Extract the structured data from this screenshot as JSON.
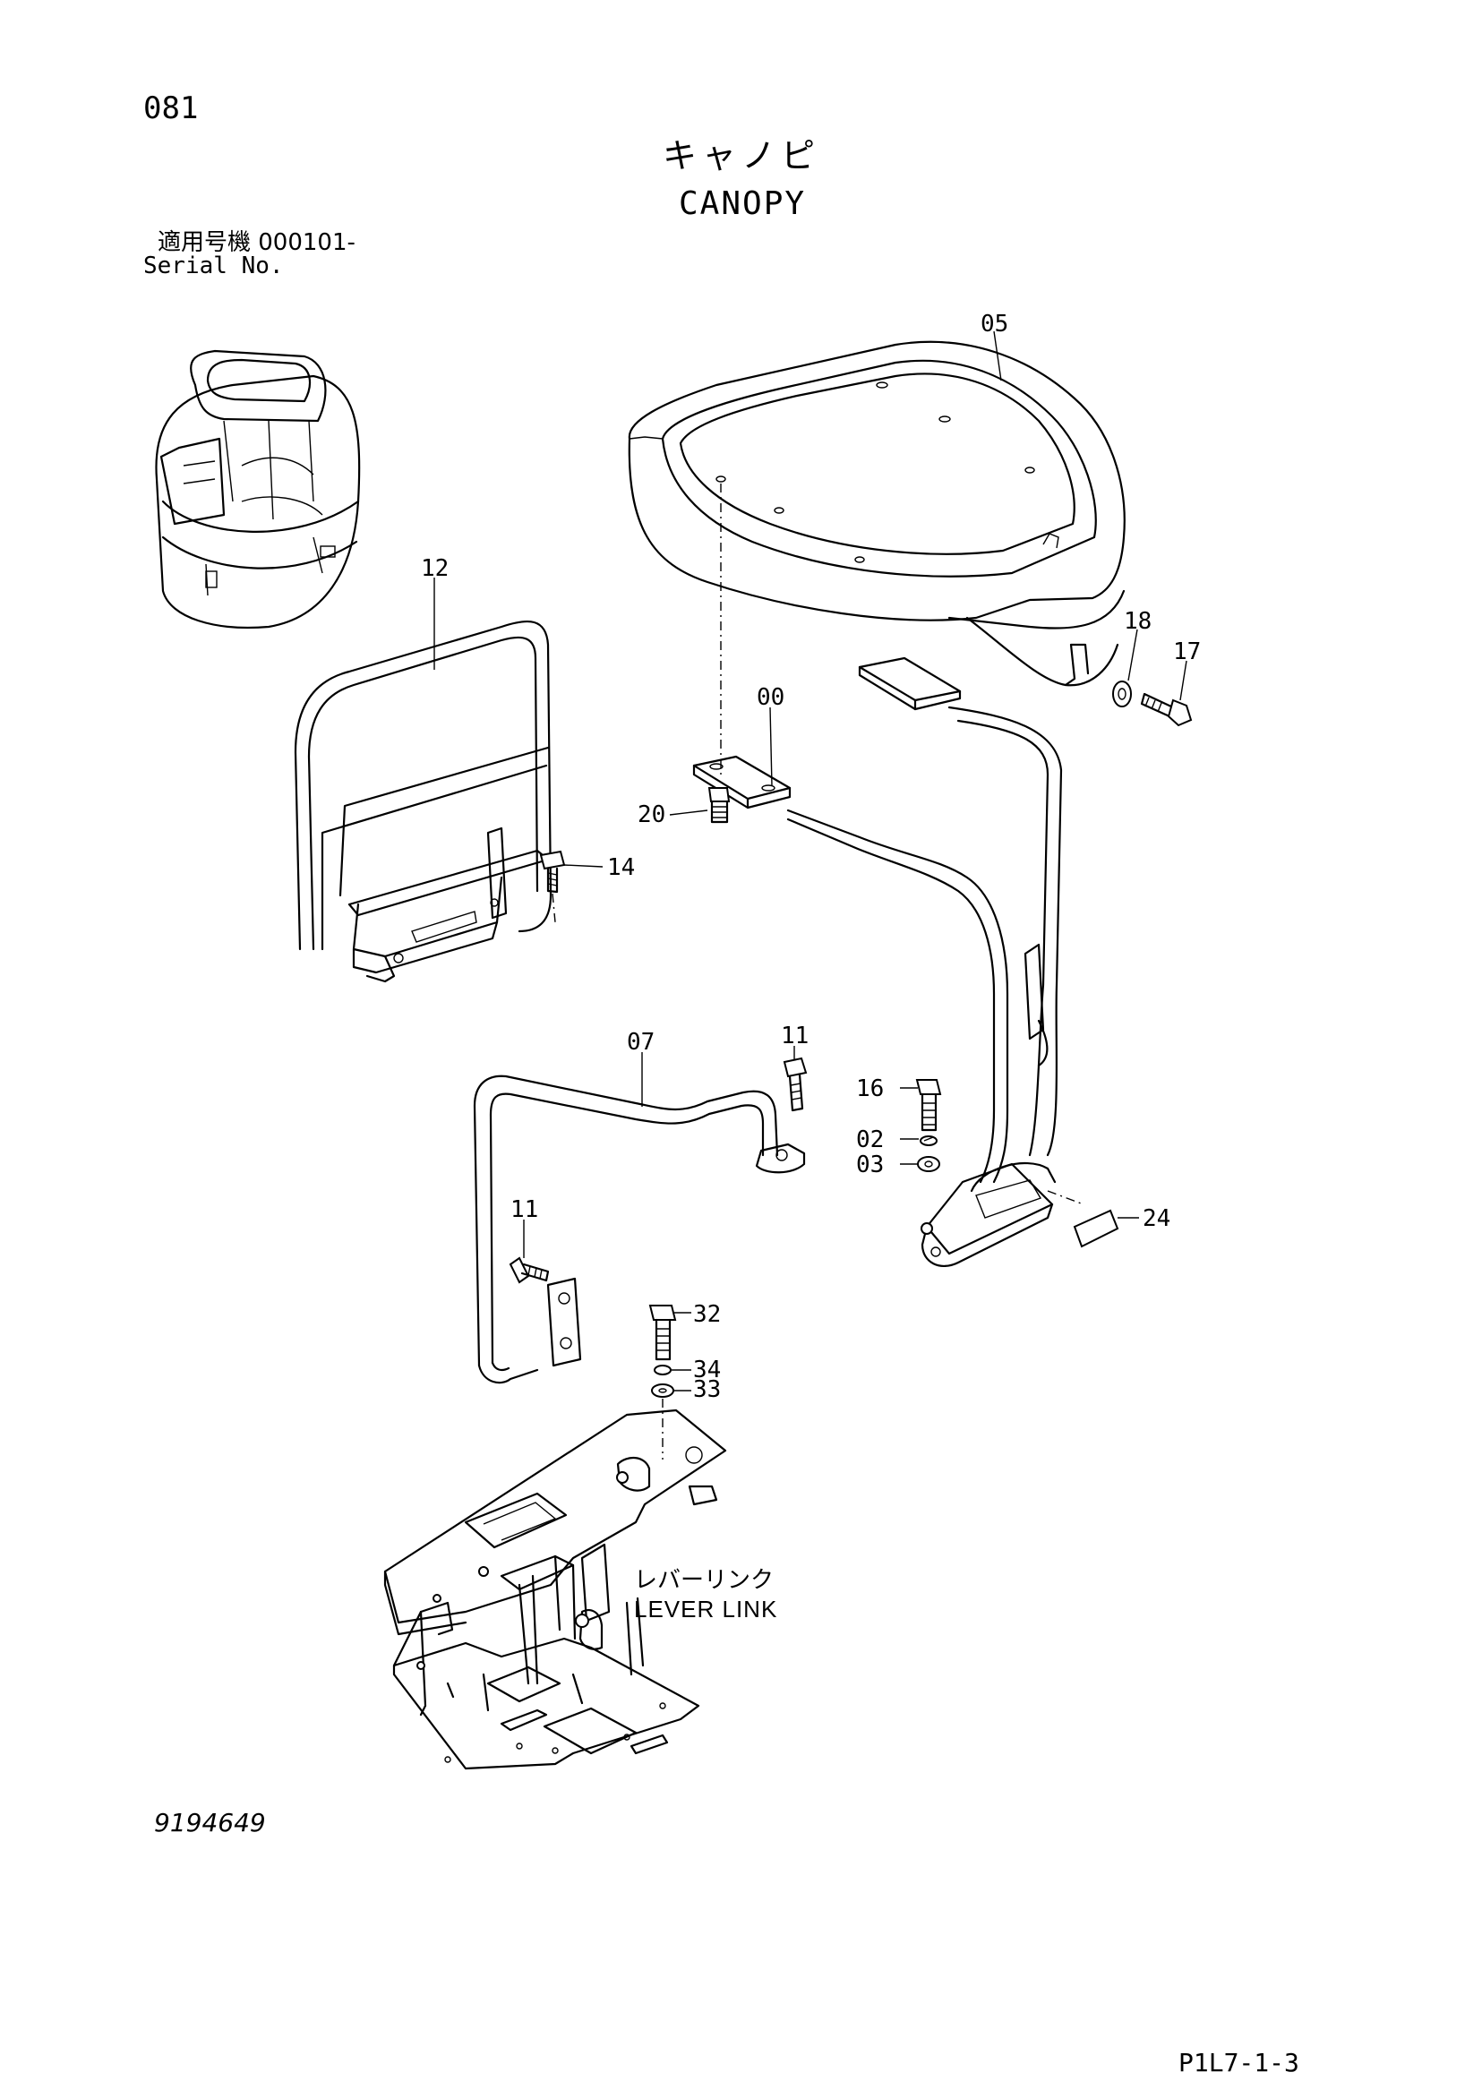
{
  "header": {
    "page_number": "081",
    "title_ja": "キャノピ",
    "title_en": "CANOPY",
    "serial_label_ja": "適用号機  000101-",
    "serial_label_en": "Serial No."
  },
  "footer": {
    "drawing_number": "9194649",
    "page_code": "P1L7-1-3"
  },
  "annotation": {
    "lever_link_ja": "レバーリンク",
    "lever_link_en": "LEVER LINK"
  },
  "callouts": {
    "c05": "05",
    "c12": "12",
    "c18": "18",
    "c17": "17",
    "c00": "00",
    "c20": "20",
    "c14": "14",
    "c07": "07",
    "c11a": "11",
    "c16": "16",
    "c02": "02",
    "c03": "03",
    "c24": "24",
    "c11b": "11",
    "c32": "32",
    "c34": "34",
    "c33": "33"
  }
}
